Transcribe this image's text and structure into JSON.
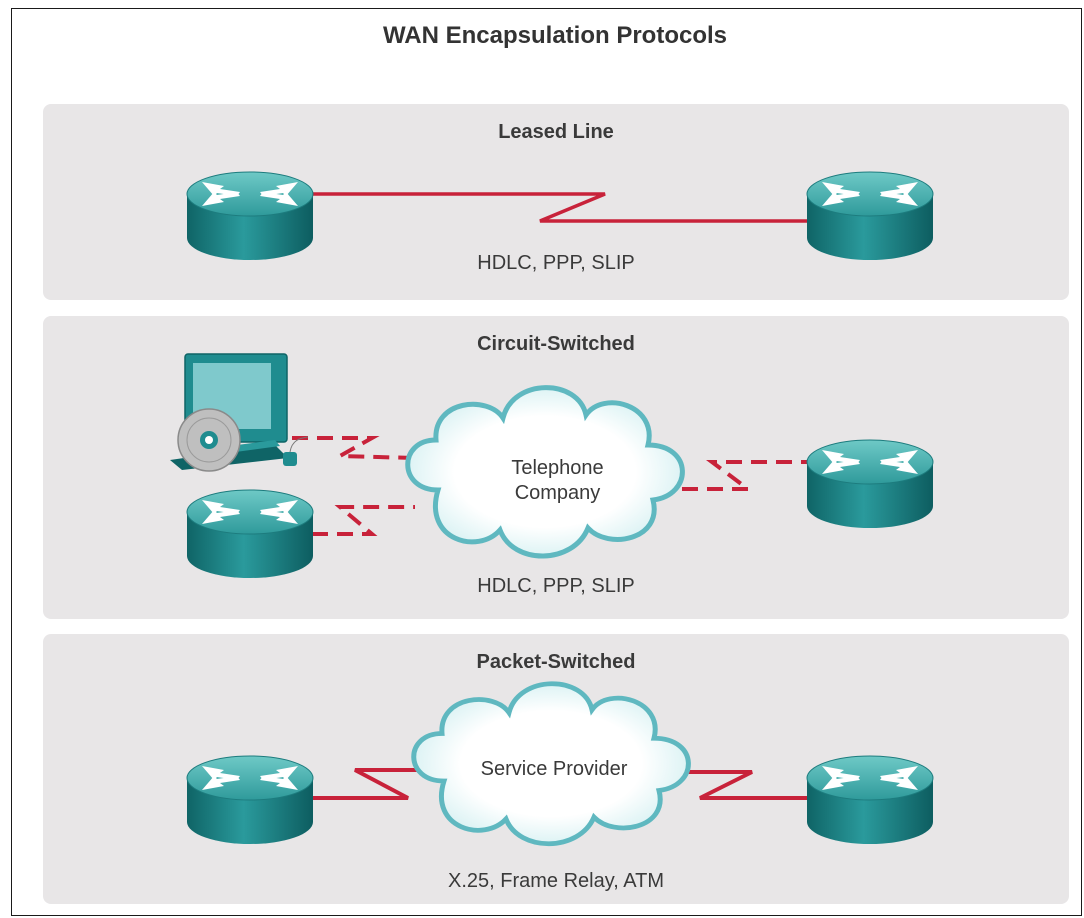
{
  "title": "WAN Encapsulation Protocols",
  "colors": {
    "panel_bg": "#e8e6e7",
    "link_red": "#c8223a",
    "router_teal": "#1f8c8f",
    "router_top": "#4fb3b2",
    "cloud_outline": "#5fb8c0"
  },
  "sections": [
    {
      "title": "Leased Line",
      "protocols": "HDLC, PPP, SLIP",
      "icons": [
        "router-icon",
        "router-icon"
      ]
    },
    {
      "title": "Circuit-Switched",
      "cloud_line1": "Telephone",
      "cloud_line2": "Company",
      "protocols": "HDLC, PPP, SLIP",
      "icons": [
        "computer-icon",
        "router-icon",
        "cloud-icon",
        "router-icon"
      ]
    },
    {
      "title": "Packet-Switched",
      "cloud_label": "Service Provider",
      "protocols": "X.25, Frame Relay, ATM",
      "icons": [
        "router-icon",
        "cloud-icon",
        "router-icon"
      ]
    }
  ]
}
